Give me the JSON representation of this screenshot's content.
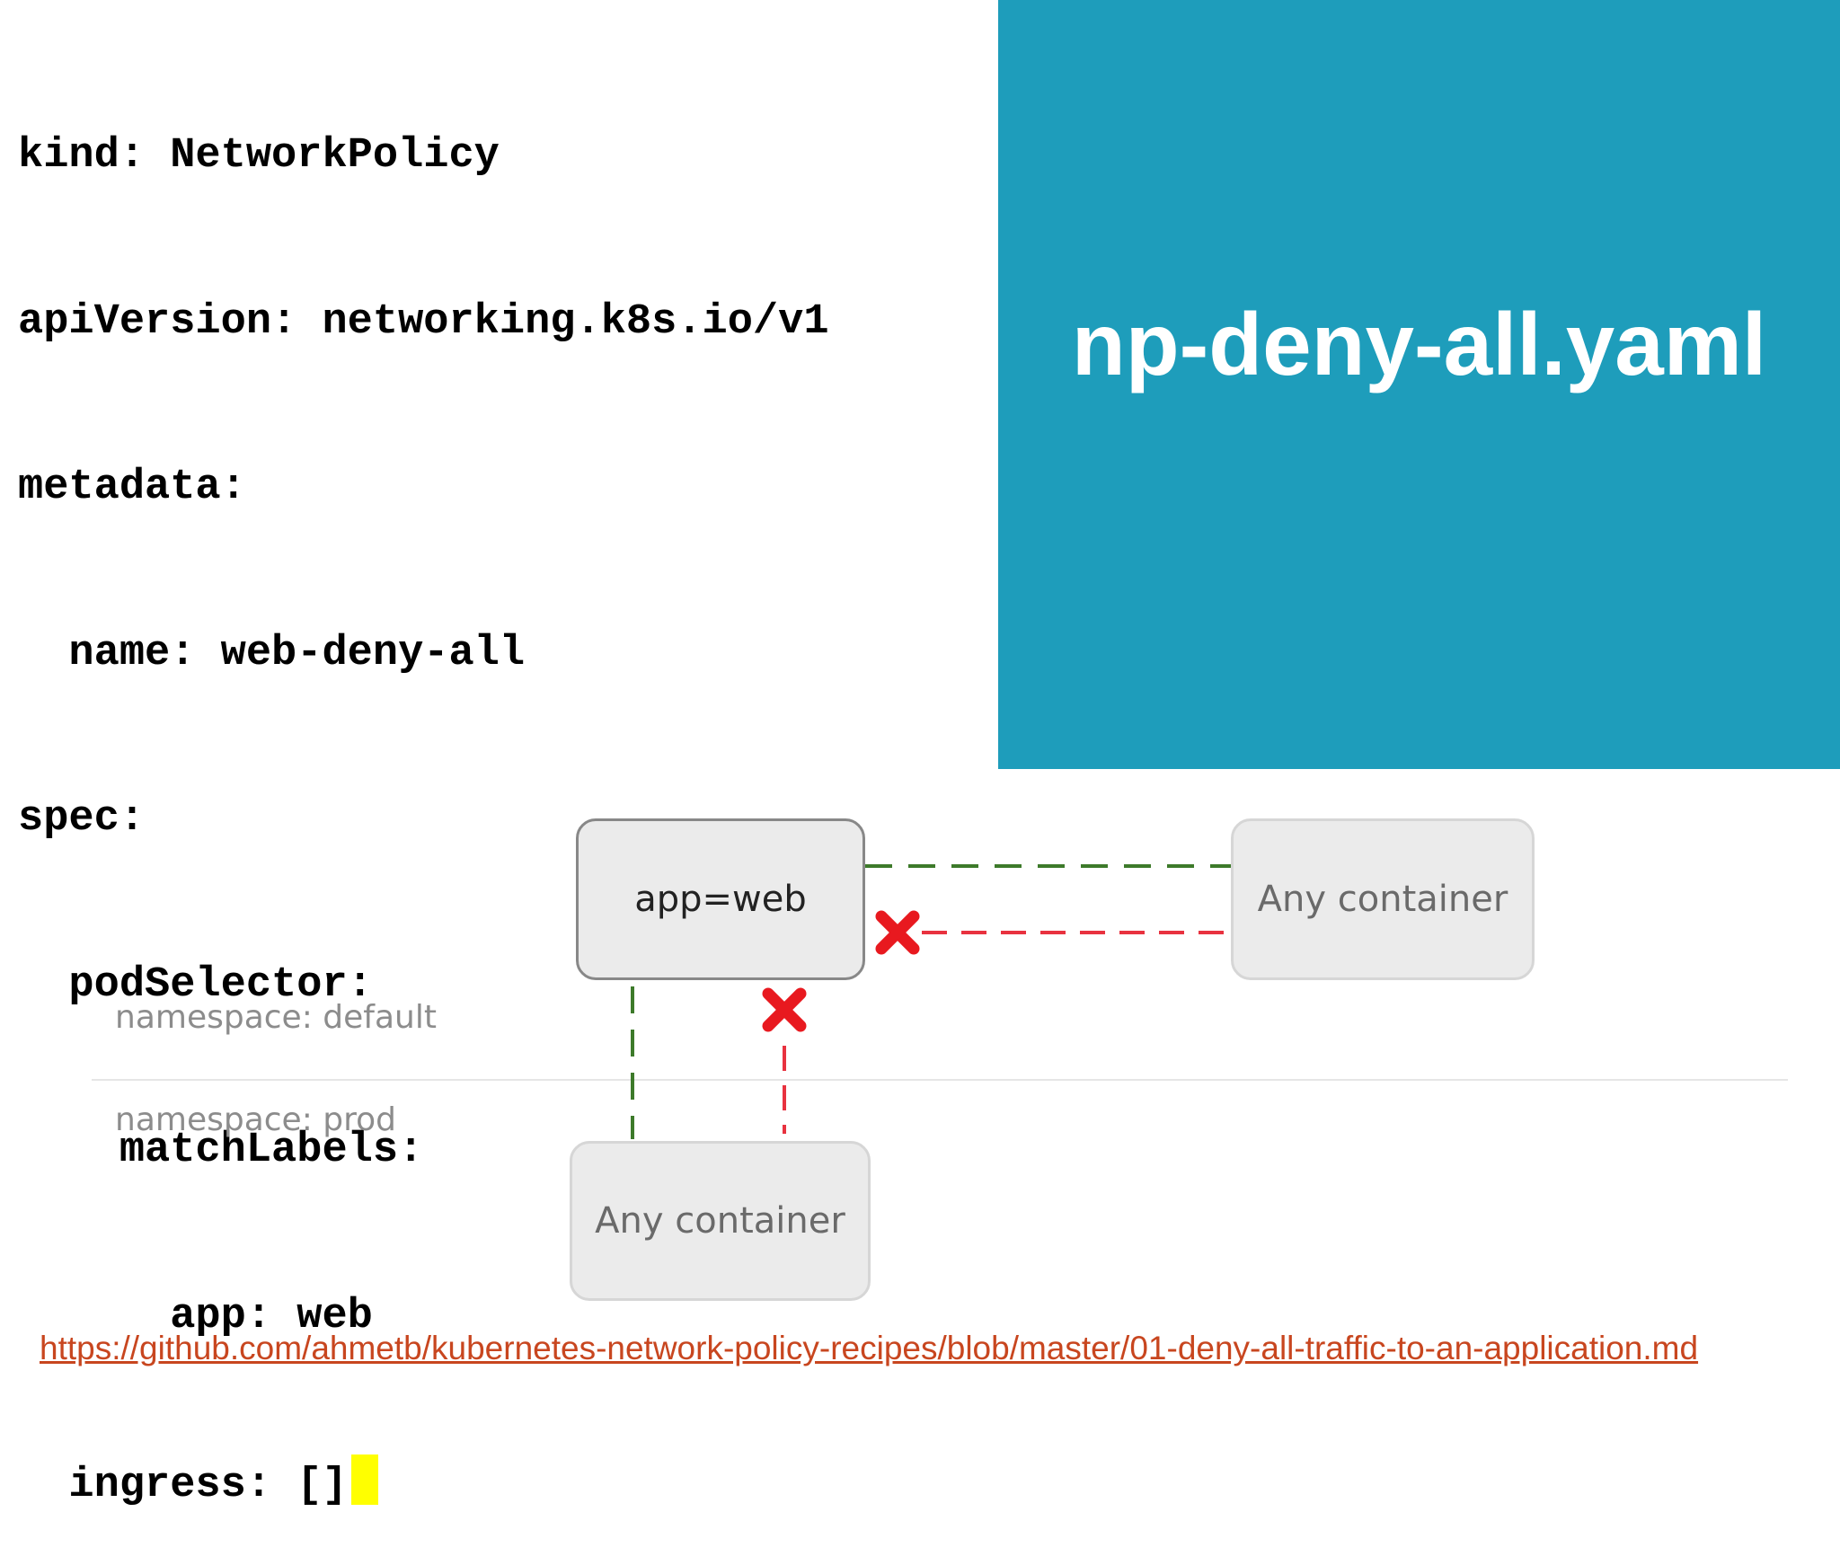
{
  "colors": {
    "panel_bg": "#1e9dbb",
    "allow_line": "#3d7a2a",
    "deny_line": "#e8323f",
    "deny_mark": "#e8191f",
    "cursor": "#ffff00",
    "link": "#c8461f"
  },
  "code": {
    "lines": [
      "kind: NetworkPolicy",
      "apiVersion: networking.k8s.io/v1",
      "metadata:",
      "  name: web-deny-all",
      "spec:",
      "  podSelector:",
      "    matchLabels:",
      "      app: web",
      "  ingress: []"
    ]
  },
  "title": "np-deny-all.yaml",
  "diagram": {
    "nodes": {
      "web": "app=web",
      "any_default": "Any container",
      "any_prod": "Any container"
    },
    "namespaces": {
      "default": "namespace: default",
      "prod": "namespace: prod"
    },
    "deny_icon": "x-mark-icon"
  },
  "source_link": "https://github.com/ahmetb/kubernetes-network-policy-recipes/blob/master/01-deny-all-traffic-to-an-application.md"
}
